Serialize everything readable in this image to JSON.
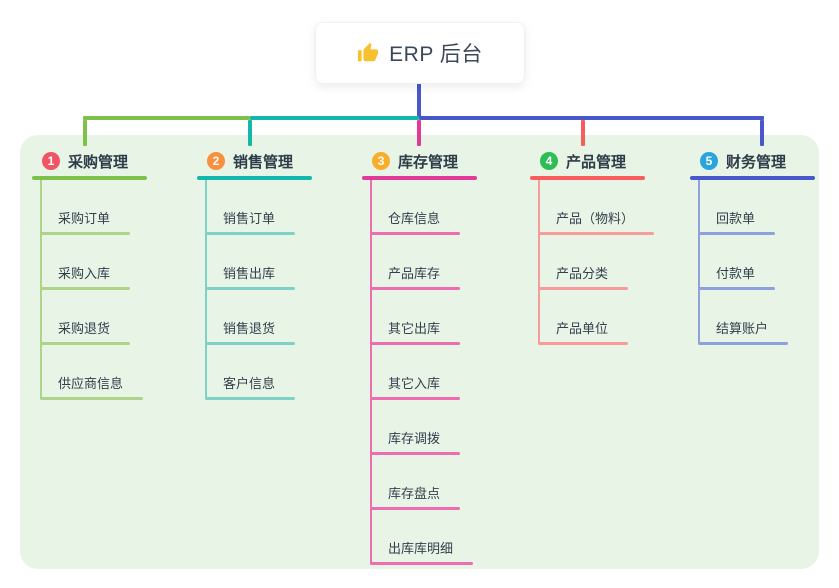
{
  "root": {
    "label": "ERP 后台",
    "icon": "thumbs-up-icon",
    "icon_color": "#f6c02e",
    "connector_color": "#4858cb"
  },
  "panel": {
    "background": "#e8f4e5"
  },
  "branches": [
    {
      "number": "1",
      "title": "采购管理",
      "badge_color": "#f05566",
      "line_color": "#7cc24a",
      "child_color": "#aed489",
      "children": [
        "采购订单",
        "采购入库",
        "采购退货",
        "供应商信息"
      ]
    },
    {
      "number": "2",
      "title": "销售管理",
      "badge_color": "#f8903e",
      "line_color": "#13b7ac",
      "child_color": "#7fd0c6",
      "children": [
        "销售订单",
        "销售出库",
        "销售退货",
        "客户信息"
      ]
    },
    {
      "number": "3",
      "title": "库存管理",
      "badge_color": "#f9ae2b",
      "line_color": "#e23a9a",
      "child_color": "#ee6cb0",
      "children": [
        "仓库信息",
        "产品库存",
        "其它出库",
        "其它入库",
        "库存调拨",
        "库存盘点",
        "出库库明细"
      ]
    },
    {
      "number": "4",
      "title": "产品管理",
      "badge_color": "#2cbd55",
      "line_color": "#f95c5c",
      "child_color": "#f79b9b",
      "children": [
        "产品（物料）",
        "产品分类",
        "产品单位"
      ]
    },
    {
      "number": "5",
      "title": "财务管理",
      "badge_color": "#2ba4dc",
      "line_color": "#4858cb",
      "child_color": "#8fa0df",
      "children": [
        "回款单",
        "付款单",
        "结算账户"
      ]
    }
  ]
}
